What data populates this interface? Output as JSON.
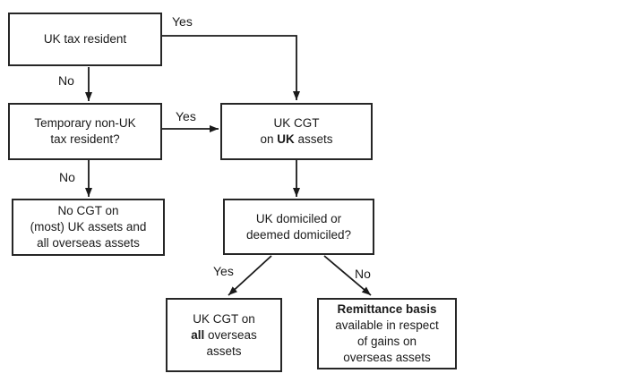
{
  "nodes": {
    "uk_tax_resident": {
      "lines": [
        [
          [
            "UK tax resident",
            false
          ]
        ]
      ]
    },
    "temporary_non_uk_resident": {
      "lines": [
        [
          [
            "Temporary non-UK",
            false
          ]
        ],
        [
          [
            "tax resident?",
            false
          ]
        ]
      ]
    },
    "uk_cgt_uk_assets": {
      "lines": [
        [
          [
            "UK CGT",
            false
          ]
        ],
        [
          [
            "on ",
            false
          ],
          [
            "UK",
            true
          ],
          [
            " assets",
            false
          ]
        ]
      ]
    },
    "no_cgt_most_assets": {
      "lines": [
        [
          [
            "No CGT on",
            false
          ]
        ],
        [
          [
            "(most) UK assets and",
            false
          ]
        ],
        [
          [
            "all overseas assets",
            false
          ]
        ]
      ]
    },
    "uk_domiciled": {
      "lines": [
        [
          [
            "UK domiciled or",
            false
          ]
        ],
        [
          [
            "deemed domiciled?",
            false
          ]
        ]
      ]
    },
    "uk_cgt_all_overseas": {
      "lines": [
        [
          [
            "UK CGT on",
            false
          ]
        ],
        [
          [
            "all",
            true
          ],
          [
            " overseas",
            false
          ]
        ],
        [
          [
            "assets",
            false
          ]
        ]
      ]
    },
    "remittance_basis": {
      "lines": [
        [
          [
            "Remittance basis",
            true
          ]
        ],
        [
          [
            "available in respect",
            false
          ]
        ],
        [
          [
            "of gains on",
            false
          ]
        ],
        [
          [
            "overseas assets",
            false
          ]
        ]
      ]
    }
  },
  "edge_labels": {
    "yes_resident": "Yes",
    "no_resident": "No",
    "yes_temporary": "Yes",
    "no_temporary": "No",
    "yes_domiciled": "Yes",
    "no_domiciled": "No"
  },
  "colors": {
    "line": "#1a1a1a",
    "border": "#262626",
    "text": "#1a1a1a",
    "background": "#ffffff"
  }
}
